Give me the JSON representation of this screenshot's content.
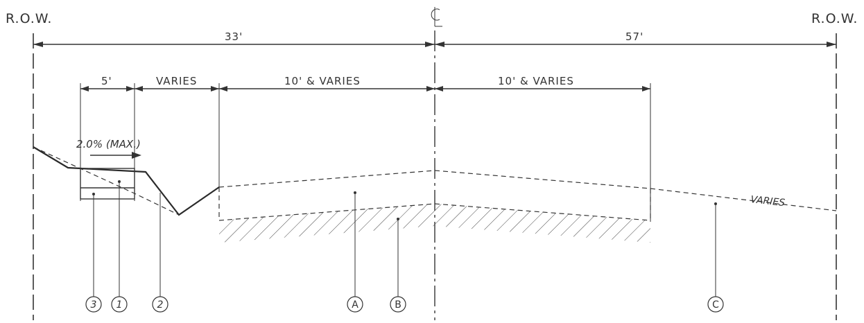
{
  "labels": {
    "row_left": "R.O.W.",
    "row_right": "R.O.W.",
    "centerline": "CL"
  },
  "dimensions": {
    "left_total": "33'",
    "right_total": "57'",
    "sidewalk": "5'",
    "varies": "VARIES",
    "lane_left": "10' & VARIES",
    "lane_right": "10' & VARIES"
  },
  "annotations": {
    "slope": "2.0% (MAX.)",
    "ground_varies": "VARIES"
  },
  "callouts": [
    {
      "id": "3",
      "style": "italic"
    },
    {
      "id": "1",
      "style": "italic"
    },
    {
      "id": "2",
      "style": "italic"
    },
    {
      "id": "A",
      "style": "normal"
    },
    {
      "id": "B",
      "style": "normal"
    },
    {
      "id": "C",
      "style": "normal"
    }
  ]
}
